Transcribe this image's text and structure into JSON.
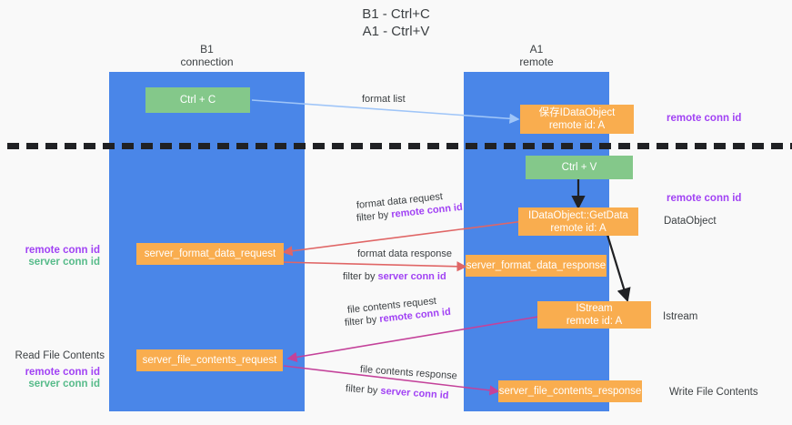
{
  "title": {
    "line1": "B1 - Ctrl+C",
    "line2": "A1 - Ctrl+V"
  },
  "lanes": [
    {
      "id": "b1",
      "name": "B1",
      "sub": "connection",
      "color": "#4a86e8"
    },
    {
      "id": "a1",
      "name": "A1",
      "sub": "remote",
      "color": "#4a86e8"
    }
  ],
  "boxes": {
    "ctrl_c": {
      "label": "Ctrl + C",
      "color": "#84c88a"
    },
    "ctrl_v": {
      "label": "Ctrl + V",
      "color": "#84c88a"
    },
    "save_idataobject": {
      "line1": "保存IDataObject",
      "line2": "remote id: A",
      "color": "#f9ad4f"
    },
    "getdata": {
      "line1": "IDataObject::GetData",
      "line2": "remote id: A",
      "color": "#f9ad4f"
    },
    "istream": {
      "line1": "IStream",
      "line2": "remote id: A",
      "color": "#f9ad4f"
    },
    "server_format_data_request": {
      "label": "server_format_data_request",
      "color": "#f9ad4f"
    },
    "server_format_data_response": {
      "label": "server_format_data_response",
      "color": "#f9ad4f"
    },
    "server_file_contents_request": {
      "label": "server_file_contents_request",
      "color": "#f9ad4f"
    },
    "server_file_contents_response": {
      "label": "server_file_contents_response",
      "color": "#f9ad4f"
    }
  },
  "edges": {
    "format_list": "format list",
    "format_data_request": "format data request",
    "format_data_request_filter_prefix": "filter by ",
    "format_data_request_filter_key": "remote conn id",
    "format_data_response": "format data response",
    "format_data_response_filter_prefix": "filter by ",
    "format_data_response_filter_key": "server conn id",
    "file_contents_request": "file contents request",
    "file_contents_request_filter_prefix": "filter by ",
    "file_contents_request_filter_key": "remote conn id",
    "file_contents_response": "file contents response",
    "file_contents_response_filter_prefix": "filter by ",
    "file_contents_response_filter_key": "server conn id"
  },
  "annotations": {
    "right_remote_conn_id_top": "remote conn id",
    "right_remote_conn_id_mid": "remote conn id",
    "right_dataobject": "DataObject",
    "right_istream": "Istream",
    "right_write_file_contents": "Write File Contents",
    "left_remote_conn_id_mid": "remote conn id",
    "left_server_conn_id_mid": "server conn id",
    "left_read_file_contents": "Read File Contents",
    "left_remote_conn_id_bottom": "remote conn id",
    "left_server_conn_id_bottom": "server conn id"
  },
  "colors": {
    "lane": "#4a86e8",
    "green_box": "#84c88a",
    "orange_box": "#f9ad4f",
    "purple": "#a142f4",
    "green_text": "#57bb8a",
    "arrow_blue": "#9fc5f8",
    "arrow_red": "#e06666",
    "arrow_magenta": "#c4429a",
    "arrow_black": "#202124",
    "background": "#f9f9f9"
  }
}
